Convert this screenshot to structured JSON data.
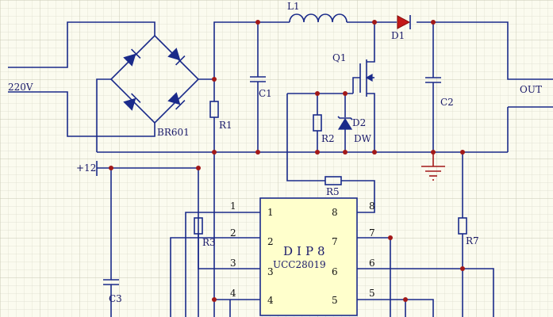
{
  "labels": {
    "input": "220V",
    "output": "OUT",
    "inductor": "L1",
    "diode_out": "D1",
    "mosfet": "Q1",
    "zener": "D2",
    "zener_type": "DW",
    "bridge": "BR601",
    "r1": "R1",
    "r2": "R2",
    "r3": "R3",
    "r5": "R5",
    "r7": "R7",
    "c1": "C1",
    "c2": "C2",
    "c3": "C3",
    "supply": "+12",
    "chip_package": "DIP8",
    "chip_name": "UCC28019"
  },
  "chip_pins_left": [
    "1",
    "2",
    "3",
    "4"
  ],
  "chip_pins_right": [
    "8",
    "7",
    "6",
    "5"
  ],
  "external_pins_left": [
    "1",
    "2",
    "3",
    "4"
  ],
  "external_pins_right": [
    "8",
    "7",
    "6",
    "5"
  ],
  "colors": {
    "wire": "#1a2a8a",
    "junction": "#a21818",
    "chip_fill": "#ffffcc",
    "diode": "#c41818",
    "grid_minor": "#dcdccc",
    "grid_major": "#c8c8b4"
  }
}
